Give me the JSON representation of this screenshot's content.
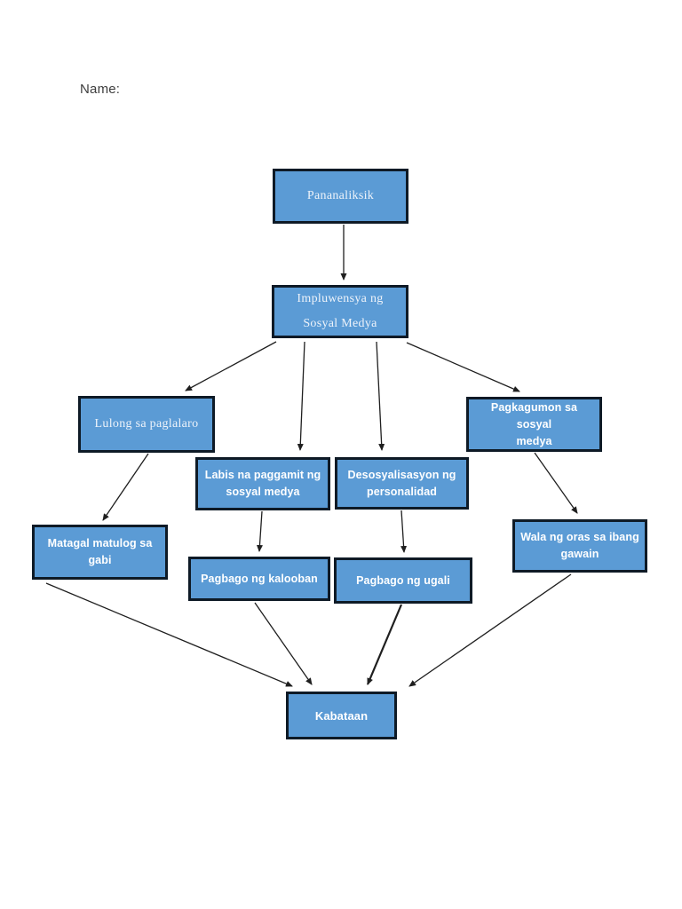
{
  "page": {
    "name_label": "Name:"
  },
  "diagram": {
    "title": "Impluwensya ng Sosyal Medya concept map",
    "fill_color": "#5b9bd5",
    "border_color": "#0e1a26",
    "arrow_color": "#1f1f1f",
    "text_color": "#ffffff",
    "nodes": [
      {
        "id": "pananaliksik",
        "label": "Pananaliksik"
      },
      {
        "id": "impluwensya",
        "label": "Impluwensya ng\nSosyal Medya"
      },
      {
        "id": "lulong",
        "label": "Lulong sa paglalaro"
      },
      {
        "id": "pagkagumon",
        "label": "Pagkagumon sa sosyal\nmedya"
      },
      {
        "id": "labis",
        "label": "Labis na paggamit ng\nsosyal medya"
      },
      {
        "id": "desosyalisasyon",
        "label": "Desosyalisasyon ng\npersonalidad"
      },
      {
        "id": "matagal",
        "label": "Matagal matulog sa\ngabi"
      },
      {
        "id": "wala",
        "label": "Wala ng oras sa ibang\ngawain"
      },
      {
        "id": "kalooban",
        "label": "Pagbago ng kalooban"
      },
      {
        "id": "ugali",
        "label": "Pagbago ng ugali"
      },
      {
        "id": "kabataan",
        "label": "Kabataan"
      }
    ],
    "edges": [
      {
        "from": "pananaliksik",
        "to": "impluwensya"
      },
      {
        "from": "impluwensya",
        "to": "lulong"
      },
      {
        "from": "impluwensya",
        "to": "labis"
      },
      {
        "from": "impluwensya",
        "to": "desosyalisasyon"
      },
      {
        "from": "impluwensya",
        "to": "pagkagumon"
      },
      {
        "from": "lulong",
        "to": "matagal"
      },
      {
        "from": "pagkagumon",
        "to": "wala"
      },
      {
        "from": "labis",
        "to": "kalooban"
      },
      {
        "from": "desosyalisasyon",
        "to": "ugali"
      },
      {
        "from": "matagal",
        "to": "kabataan"
      },
      {
        "from": "kalooban",
        "to": "kabataan"
      },
      {
        "from": "ugali",
        "to": "kabataan"
      },
      {
        "from": "wala",
        "to": "kabataan"
      }
    ]
  }
}
